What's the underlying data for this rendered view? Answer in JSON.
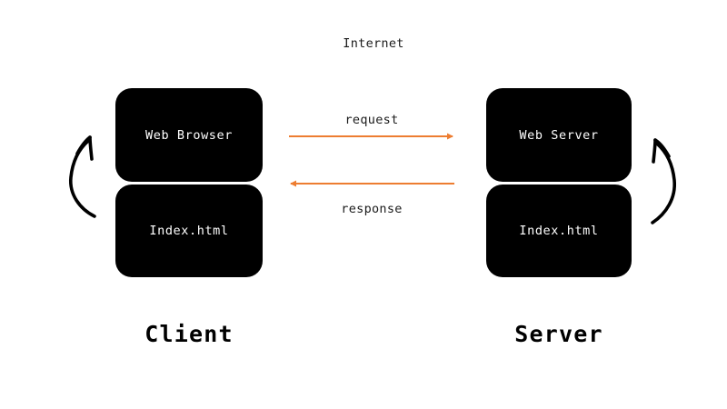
{
  "diagram": {
    "title_label": "Internet",
    "background_color": "#ffffff",
    "node_color": "#000000",
    "node_text_color": "#ffffff",
    "arrow_color": "#ED7D31",
    "loop_arrow_color": "#000000"
  },
  "client": {
    "tier_label": "Client",
    "boxes": [
      {
        "label": "Web Browser"
      },
      {
        "label": "Index.html"
      }
    ]
  },
  "server": {
    "tier_label": "Server",
    "boxes": [
      {
        "label": "Web Server"
      },
      {
        "label": "Index.html"
      }
    ]
  },
  "flows": [
    {
      "label": "request",
      "direction": "client-to-server"
    },
    {
      "label": "response",
      "direction": "server-to-client"
    }
  ],
  "loops": [
    {
      "side": "left",
      "name": "client-render-loop"
    },
    {
      "side": "right",
      "name": "server-process-loop"
    }
  ]
}
